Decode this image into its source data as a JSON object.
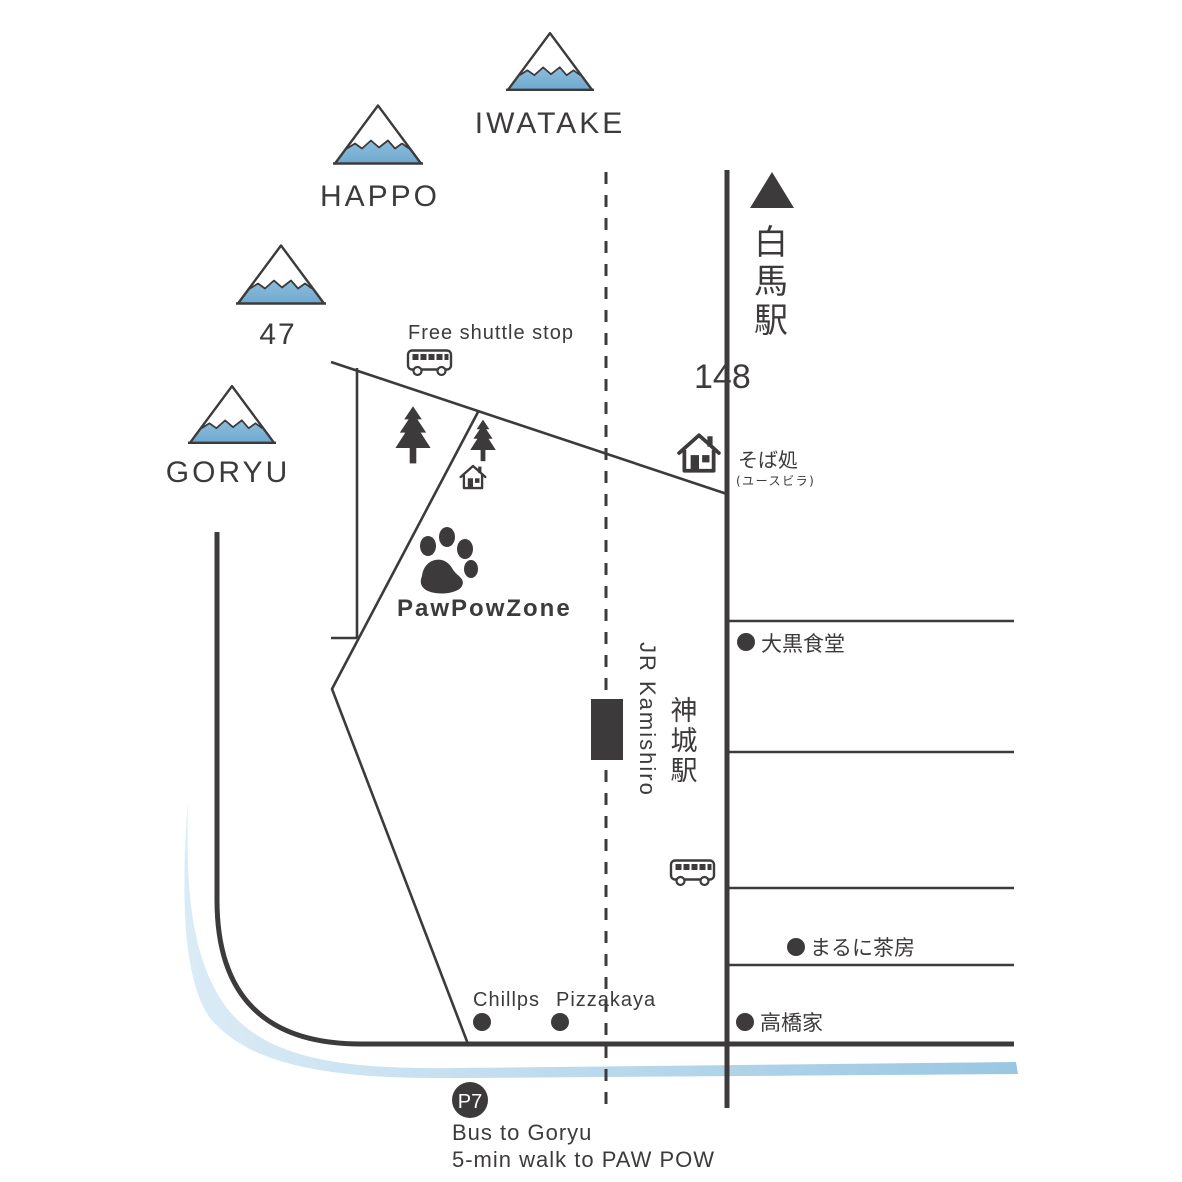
{
  "mountains": [
    {
      "name": "IWATAKE"
    },
    {
      "name": "HAPPO"
    },
    {
      "name": "47"
    },
    {
      "name": "GORYU"
    }
  ],
  "roads": {
    "route_number": "148",
    "north_station_chars": [
      "白",
      "馬",
      "駅"
    ]
  },
  "shuttle": {
    "label": "Free shuttle stop"
  },
  "brand": {
    "name": "PawPowZone"
  },
  "railway": {
    "name": "JR Kamishiro",
    "station_chars": [
      "神",
      "城",
      "駅"
    ]
  },
  "places": {
    "soba": "そば処",
    "soba_sub": "(ユースビラ)",
    "daikoku": "大黒食堂",
    "maruni": "まるに茶房",
    "takahashi": "高橋家",
    "chillps": "Chillps",
    "pizzakaya": "Pizzakaya"
  },
  "bus_stop": {
    "code": "P7",
    "line1": "Bus to Goryu",
    "line2": "5-min walk to PAW POW"
  },
  "colors": {
    "ink": "#3d3a3b",
    "mountain_fill": "#8ec0de",
    "river": "#a9cfe6"
  }
}
